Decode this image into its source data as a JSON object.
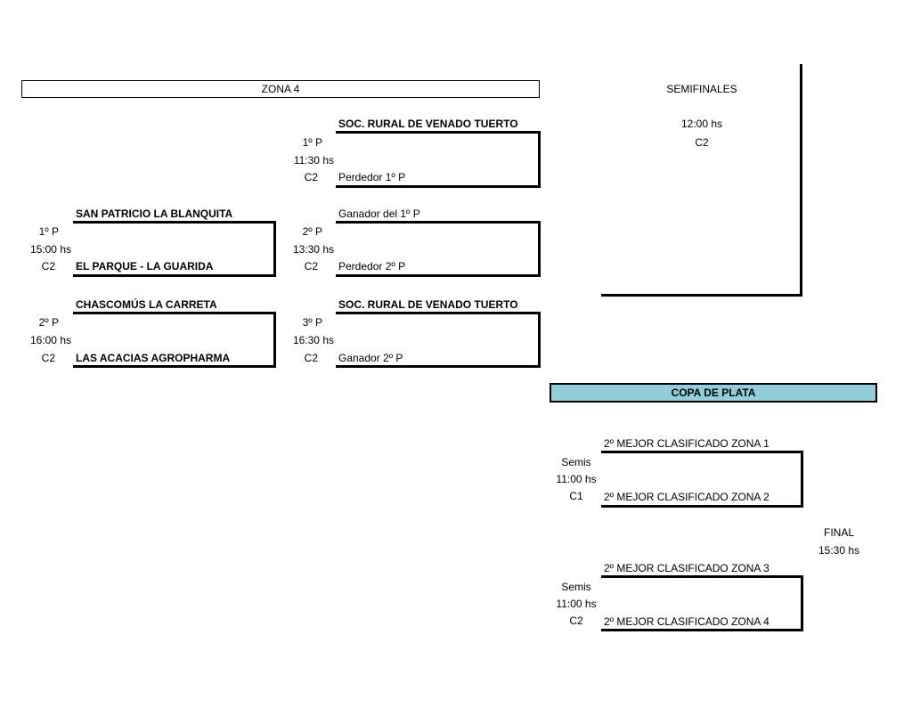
{
  "zona": {
    "title": "ZONA 4",
    "col1": {
      "m1": {
        "team_top": "SAN PATRICIO LA BLANQUITA",
        "team_bottom": "EL PARQUE - LA GUARIDA",
        "label": "1º P",
        "time": "15:00 hs",
        "court": "C2"
      },
      "m2": {
        "team_top": "CHASCOMÚS LA CARRETA",
        "team_bottom": "LAS ACACIAS AGROPHARMA",
        "label": "2º P",
        "time": "16:00 hs",
        "court": "C2"
      }
    },
    "col2": {
      "m1": {
        "team_top": "SOC. RURAL DE VENADO TUERTO",
        "team_bottom": "Perdedor 1º P",
        "label": "1º P",
        "time": "11:30 hs",
        "court": "C2"
      },
      "m2": {
        "team_top": "Ganador del 1º P",
        "team_bottom": "Perdedor 2º P",
        "label": "2º P",
        "time": "13:30 hs",
        "court": "C2"
      },
      "m3": {
        "team_top": "SOC. RURAL DE VENADO TUERTO",
        "team_bottom": "Ganador 2º P",
        "label": "3º P",
        "time": "16:30 hs",
        "court": "C2"
      }
    }
  },
  "semifinales": {
    "title": "SEMIFINALES",
    "time": "12:00 hs",
    "court": "C2"
  },
  "copa_plata": {
    "title": "COPA DE PLATA",
    "header_color": "#92CDDC",
    "semi1": {
      "team_top": "2º MEJOR CLASIFICADO ZONA 1",
      "team_bottom": "2º MEJOR CLASIFICADO ZONA 2",
      "label": "Semis",
      "time": "11:00 hs",
      "court": "C1"
    },
    "semi2": {
      "team_top": "2º MEJOR CLASIFICADO ZONA 3",
      "team_bottom": "2º MEJOR CLASIFICADO ZONA 4",
      "label": "Semis",
      "time": "11:00 hs",
      "court": "C2"
    },
    "final": {
      "label": "FINAL",
      "time": "15:30 hs"
    }
  }
}
